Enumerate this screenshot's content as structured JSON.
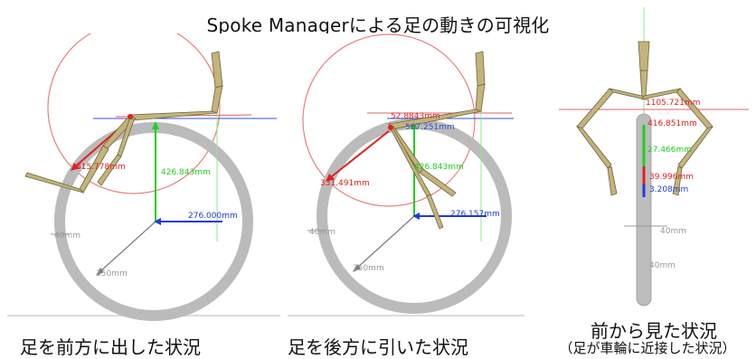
{
  "title": "Spoke Managerによる足の動きの可視化",
  "panels": [
    {
      "caption": "足を前方に出した状況",
      "labels": {
        "radius": "315.778mm",
        "vertical": "426.843mm",
        "horizontal": "276.000mm",
        "offset": "40mm",
        "wheel": "350mm"
      }
    },
    {
      "caption": "足を後方に引いた状況",
      "labels": {
        "top": "52.8843mm",
        "top2": "567.251mm",
        "radius": "331.491mm",
        "vertical": "426.843mm",
        "horizontal": "276.157mm",
        "offset": "40mm",
        "wheel": "350mm"
      }
    },
    {
      "caption": "前から見た状況",
      "subcaption": "（足が車輪に近接した状況）",
      "labels": {
        "top": "1105.721mm",
        "a": "416.851mm",
        "vertical": "27.466mm",
        "b": "39.996mm",
        "c": "3.208mm",
        "offset": "40mm",
        "wheel": "40mm"
      }
    }
  ],
  "colors": {
    "wheel": "#b9b9b9",
    "limb_fill": "#c2b47a",
    "limb_stroke": "#6f6540",
    "red": "#e02020",
    "green": "#1fcf1f",
    "blue": "#1e3bd8",
    "grey_line": "#777777"
  }
}
